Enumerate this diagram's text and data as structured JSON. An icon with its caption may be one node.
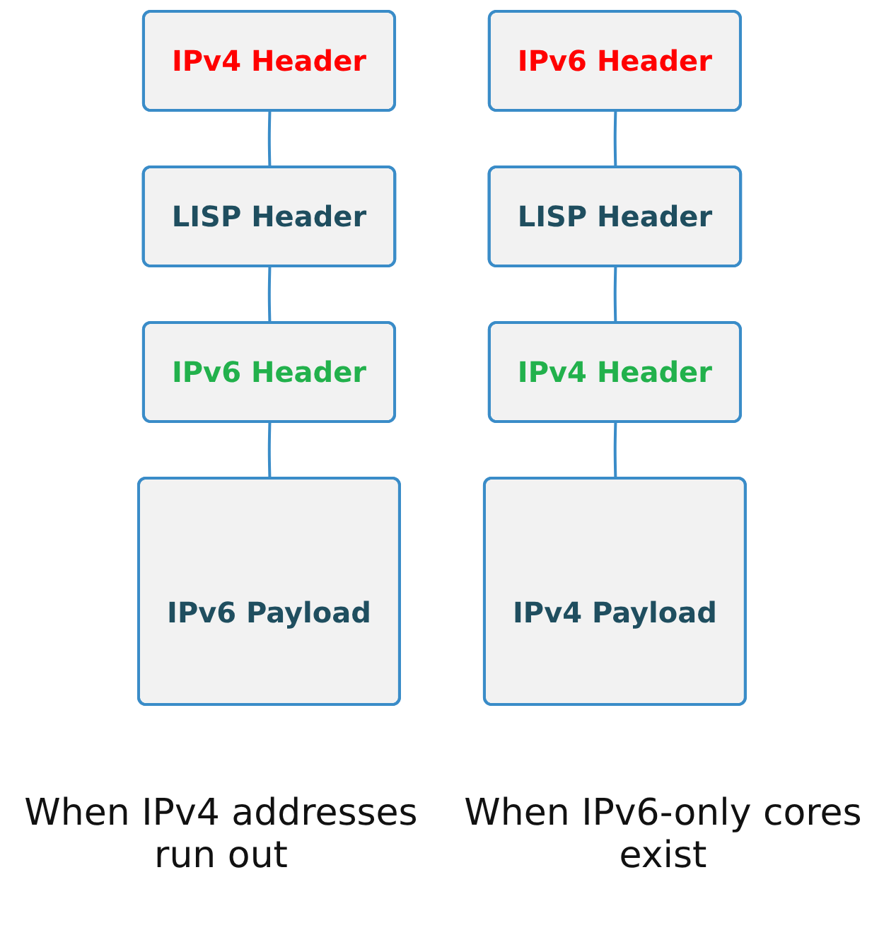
{
  "diagram": {
    "nodes": [
      {
        "text": [
          "IPv4 Header"
        ]
      },
      {
        "text": [
          "LISP Header"
        ]
      },
      {
        "text": [
          "IPv6 Header"
        ]
      },
      {
        "text": [
          "IPv6 Payload"
        ]
      },
      {
        "text": [
          "IPv6 Header"
        ]
      },
      {
        "text": [
          "LISP Header"
        ]
      },
      {
        "text": [
          "IPv4 Header"
        ]
      },
      {
        "text": [
          "IPv4 Payload"
        ]
      }
    ],
    "edges": [
      {
        "from": 0,
        "to": 1,
        "arrow": "none"
      },
      {
        "from": 1,
        "to": 2,
        "arrow": "none"
      },
      {
        "from": 2,
        "to": 3,
        "arrow": "none"
      },
      {
        "from": 4,
        "to": 5,
        "arrow": "none"
      },
      {
        "from": 5,
        "to": 6,
        "arrow": "none"
      },
      {
        "from": 6,
        "to": 7,
        "arrow": "none"
      }
    ],
    "labels": [
      "When IPv4 addresses run out",
      "When IPv6-only cores exist"
    ]
  }
}
